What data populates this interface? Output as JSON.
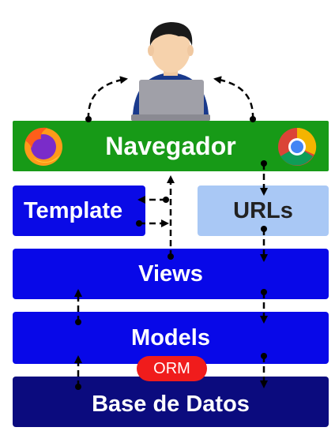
{
  "diagram": {
    "navegador": "Navegador",
    "template": "Template",
    "urls": "URLs",
    "views": "Views",
    "models": "Models",
    "orm": "ORM",
    "base_de_datos": "Base de Datos"
  },
  "icons": {
    "user": "user-laptop-icon",
    "browser_left": "firefox-icon",
    "browser_right": "chrome-icon"
  },
  "colors": {
    "navegador": "#179a17",
    "template": "#0a0ae6",
    "urls": "#a9c8f5",
    "views": "#0808e8",
    "models": "#0808e8",
    "base_de_datos": "#0b0b7e",
    "orm": "#f01c1c"
  }
}
